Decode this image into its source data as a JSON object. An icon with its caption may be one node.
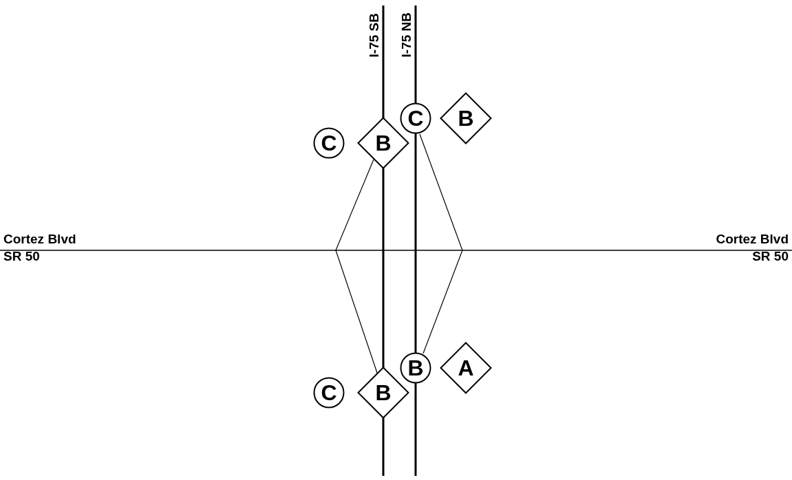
{
  "diagram": {
    "nodes": [
      {
        "text": [
          "C"
        ]
      },
      {
        "text": [
          "B"
        ]
      },
      {
        "text": [
          "C"
        ]
      },
      {
        "text": [
          "B"
        ]
      },
      {
        "text": [
          "B"
        ]
      },
      {
        "text": [
          "A"
        ]
      },
      {
        "text": [
          "C"
        ]
      },
      {
        "text": [
          "B"
        ]
      }
    ],
    "labels": [
      "I-75 SB",
      "I-75 NB",
      "Cortez Blvd",
      "SR 50",
      "Cortez Blvd",
      "SR 50"
    ]
  }
}
